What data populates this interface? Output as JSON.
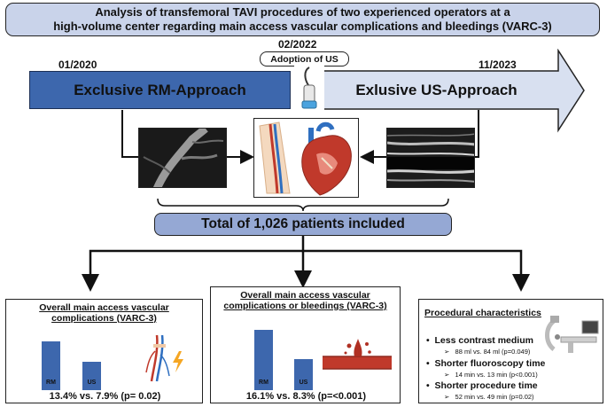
{
  "title": {
    "line1": "Analysis of transfemoral TAVI procedures of two experienced operators at a",
    "line2": "high-volume center regarding main access vascular complications and bleedings (VARC-3)"
  },
  "timeline": {
    "start_date": "01/2020",
    "mid_date": "02/2022",
    "end_date": "11/2023",
    "adoption_label": "Adoption of US",
    "rm_label": "Exclusive RM-Approach",
    "us_label": "Exlusive US-Approach"
  },
  "total_label": "Total of 1,026 patients included",
  "panels": [
    {
      "title_line1": "Overall main access vascular",
      "title_line2": "complications (VARC-3)",
      "bars": [
        {
          "label": "RM",
          "value": 13.4
        },
        {
          "label": "US",
          "value": 7.9
        }
      ],
      "result": "13.4% vs. 7.9% (p= 0.02)"
    },
    {
      "title_line1": "Overall main access vascular",
      "title_line2": "complications or bleedings (VARC-3)",
      "bars": [
        {
          "label": "RM",
          "value": 16.1
        },
        {
          "label": "US",
          "value": 8.3
        }
      ],
      "result": "16.1% vs. 8.3% (p=<0.001)"
    }
  ],
  "procedural": {
    "title": "Procedural characteristics",
    "items": [
      {
        "label": "Less contrast medium",
        "detail": "88 ml vs. 84 ml (p=0.049)"
      },
      {
        "label": "Shorter fluoroscopy time",
        "detail": "14 min vs. 13 min (p<0.001)"
      },
      {
        "label": "Shorter procedure time",
        "detail": "52 min vs. 49 min (p=0.02)"
      }
    ]
  },
  "icons": [
    "ultrasound-probe-icon",
    "leg-vessels-icon",
    "heart-icon",
    "lightning-icon",
    "bleeding-vessel-icon",
    "cath-lab-icon"
  ],
  "colors": {
    "rm_blue": "#3d67ad",
    "title_bg": "#c9d3ea",
    "total_bg": "#95a8d4",
    "us_bg": "#d8e0f0",
    "vessel_red": "#c0392b"
  }
}
